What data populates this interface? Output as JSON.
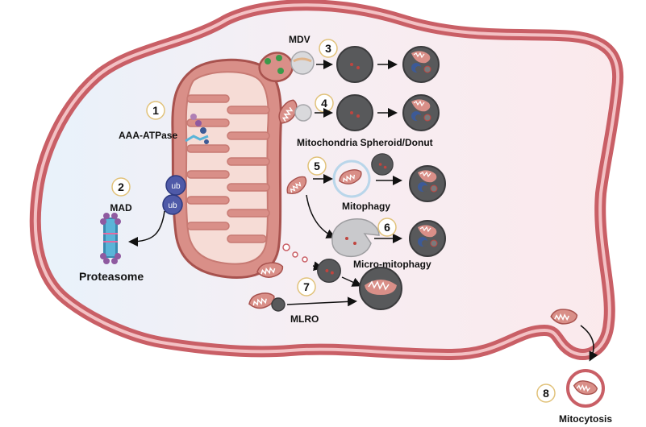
{
  "labels": {
    "aaa_atpase": "AAA-ATPase",
    "mad": "MAD",
    "proteasome": "Proteasome",
    "mdv": "MDV",
    "spheroid": "Mitochondria Spheroid/Donut",
    "mitophagy": "Mitophagy",
    "micro_mitophagy": "Micro-mitophagy",
    "mlro": "MLRO",
    "mitocytosis": "Mitocytosis",
    "ub": "ub"
  },
  "steps": [
    "1",
    "2",
    "3",
    "4",
    "5",
    "6",
    "7",
    "8"
  ],
  "colors": {
    "membrane": "#c95f66",
    "cytoplasm": "#fbeaed",
    "mito_fill": "#d98f88",
    "mito_inner": "#f6dcd6",
    "lysosome": "#58595b",
    "ub": "#4f5aa8",
    "cargo_dot": "#c0453f",
    "green_dot": "#3a9a4a",
    "badge_border": "#e1c27a"
  }
}
